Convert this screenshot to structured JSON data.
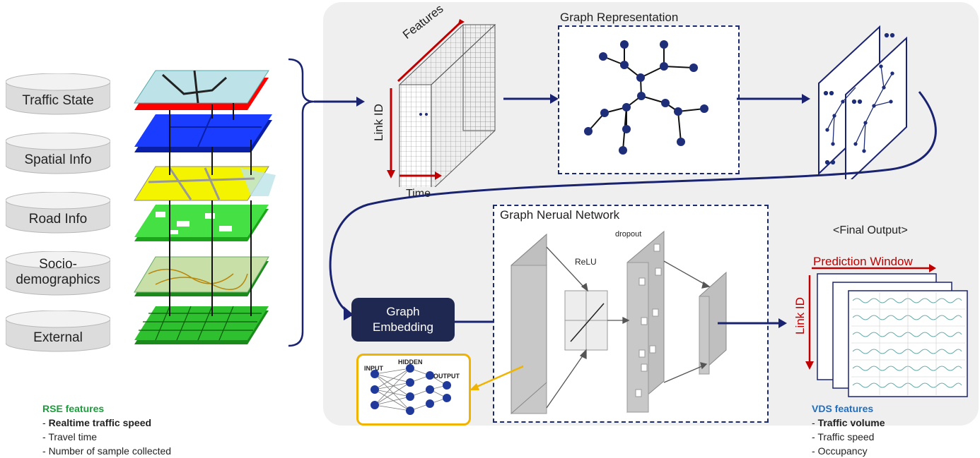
{
  "databases": [
    "Traffic State",
    "Spatial Info",
    "Road Info",
    "Socio-\ndemographics",
    "External"
  ],
  "features_cube": {
    "features_label": "Features",
    "link_label": "Link ID",
    "time_label": "Time"
  },
  "graph_repr": {
    "title": "Graph Representation"
  },
  "gnn": {
    "title": "Graph Nerual Network",
    "relu": "ReLU",
    "dropout": "dropout"
  },
  "embedding": {
    "line1": "Graph",
    "line2": "Embedding"
  },
  "mlp": {
    "input": "INPUT",
    "hidden": "HIDDEN",
    "output": "OUTPUT"
  },
  "final_output": {
    "title": "<Final Output>",
    "prediction_window": "Prediction Window",
    "link_id": "Link ID"
  },
  "rse": {
    "heading": "RSE features",
    "items": [
      "Realtime traffic speed",
      "Travel time",
      "Number of sample collected"
    ]
  },
  "vds": {
    "heading": "VDS features",
    "items": [
      "Traffic volume",
      "Traffic speed",
      "Occupancy"
    ]
  },
  "colors": {
    "navy": "#1a2370",
    "node": "#1f2e78",
    "red": "#c00000",
    "rse_green": "#1a9e3a",
    "vds_blue": "#1f6fc0",
    "mlp_border": "#f0b400"
  }
}
